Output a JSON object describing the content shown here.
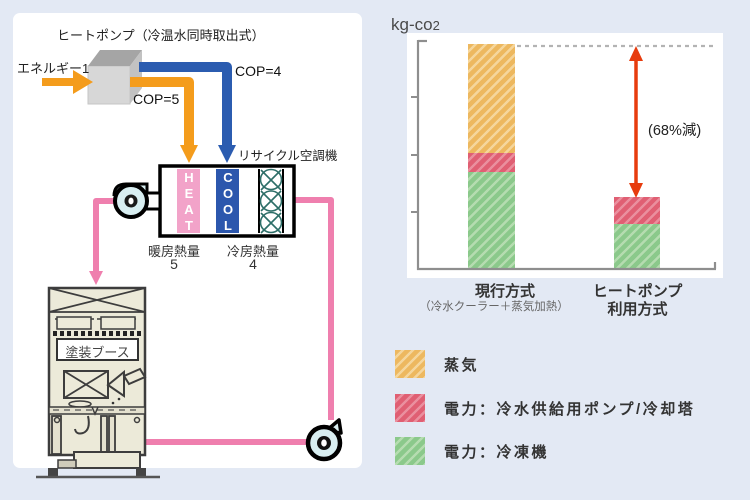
{
  "diagram": {
    "title": "ヒートポンプ（冷温水同時取出式）",
    "energy_label": "エネルギー1",
    "cop_heat": "COP=5",
    "cop_cool": "COP=4",
    "recycle_ac_label": "リサイクル空調機",
    "heat_section": "HEAT",
    "cool_section": "COOL",
    "heating_label": "暖房熱量",
    "heating_value": "5",
    "cooling_label": "冷房熱量",
    "cooling_value": "4",
    "booth_label": "塗装ブース",
    "colors": {
      "orange_pipe": "#f49c1c",
      "blue_pipe": "#2b5cb0",
      "pink_pipe": "#ef7fae",
      "heat_bar": "#f2a3c9",
      "cool_bar": "#2c57ad"
    }
  },
  "chart": {
    "unit_prefix": "kg-co",
    "unit_sub": "2",
    "annotation": "(68%減)",
    "cat1_line1": "現行方式",
    "cat1_line2": "（冷水クーラー＋蒸気加熱）",
    "cat2_line1": "ヒートポンプ",
    "cat2_line2": "利用方式"
  },
  "legend": {
    "items": [
      {
        "label": "蒸気",
        "color": "#edb85f"
      },
      {
        "label": "電力：冷水供給用ポンプ/冷却塔",
        "color": "#e05f73"
      },
      {
        "label": "電力：冷凍機",
        "color": "#8bc98b"
      }
    ]
  },
  "chart_data": {
    "type": "bar",
    "stacked": true,
    "title": "",
    "ylabel": "kg-co2",
    "xlabel": "",
    "categories": [
      "現行方式（冷水クーラー＋蒸気加熱）",
      "ヒートポンプ利用方式"
    ],
    "series": [
      {
        "name": "蒸気",
        "color": "#edb85f",
        "values": [
          48.5,
          0
        ]
      },
      {
        "name": "電力：冷水供給用ポンプ/冷却塔",
        "color": "#e05f73",
        "values": [
          8.5,
          12
        ]
      },
      {
        "name": "電力：冷凍機",
        "color": "#8bc98b",
        "values": [
          43,
          20
        ]
      }
    ],
    "totals_relative": [
      100,
      32
    ],
    "reduction_percent": 68,
    "axis_note": "y axis has 4 unlabeled ticks, no numeric scale shown",
    "legend_position": "below-right",
    "annotation": "(68%減) between dashed reference line (top of bar 1) and top of bar 2"
  }
}
